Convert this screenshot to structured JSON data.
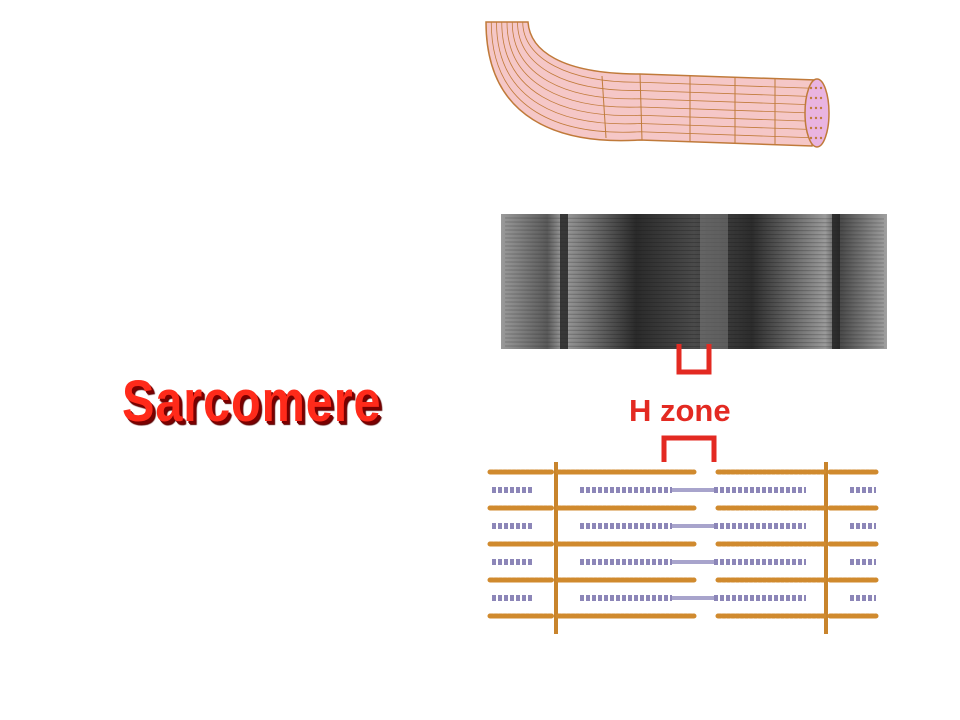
{
  "title": "Sarcomere",
  "label_h_zone": "H zone",
  "colors": {
    "title": "#ff2a1a",
    "title_shadow": "#7a0000",
    "bracket": "#e32a22",
    "fiber_fill": "#f5c7c7",
    "fiber_stroke": "#c07a3a",
    "fiber_end": "#e9b4e0",
    "actin": "#d08a2e",
    "myosin": "#8c86b8",
    "z_line": "#c8842c",
    "micrograph": "#6a6a6a"
  },
  "icons": [
    "muscle-fiber-illustration",
    "electron-micrograph",
    "sarcomere-filament-diagram"
  ]
}
